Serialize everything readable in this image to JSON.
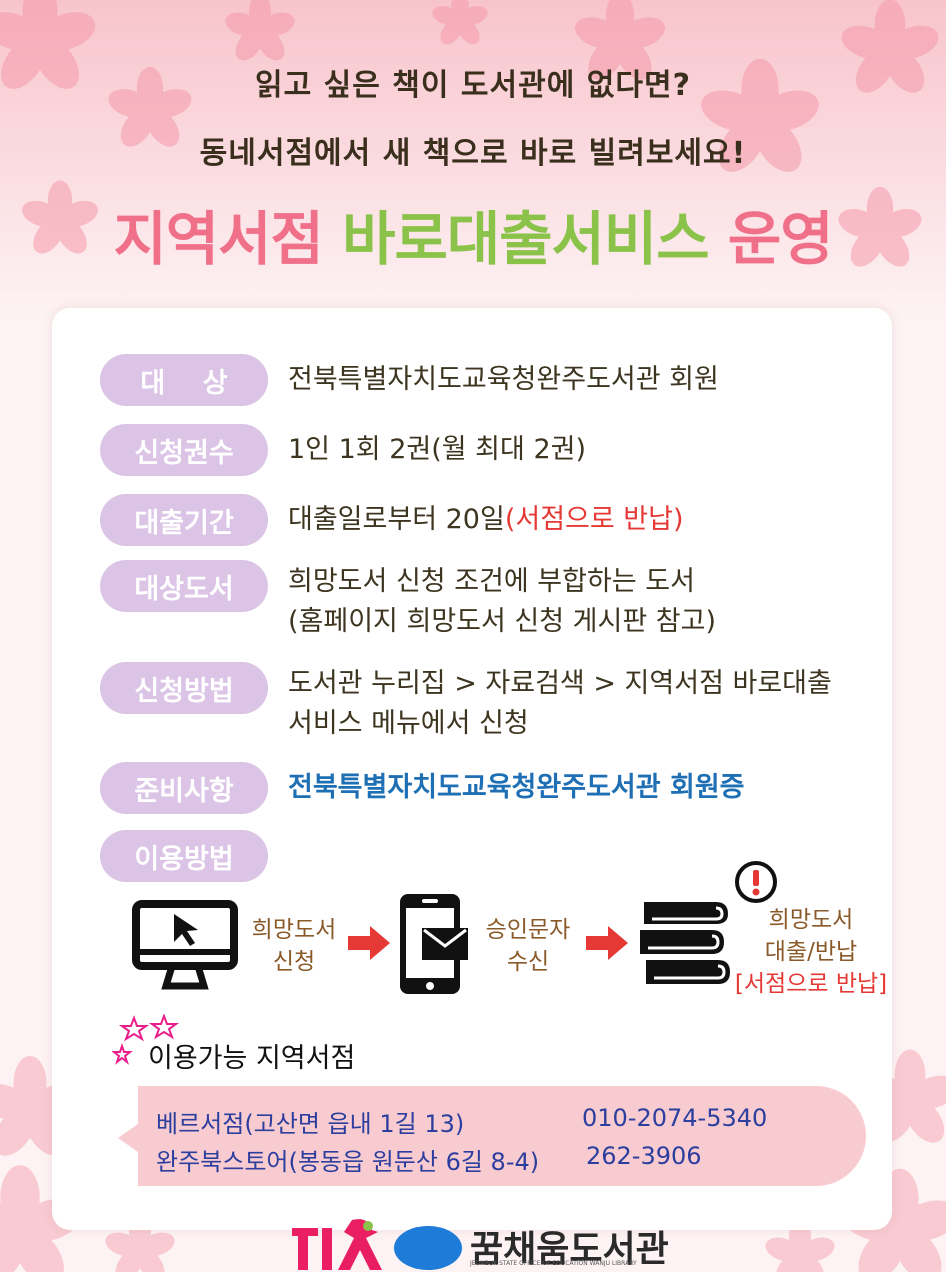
{
  "header": {
    "line1": "읽고 싶은 책이 도서관에 없다면?",
    "line2": "동네서점에서 새 책으로 바로 빌려보세요!",
    "title_part1": "지역서점",
    "title_part2": "바로대출서비스",
    "title_part3": "운영"
  },
  "info": [
    {
      "label": "대    상",
      "value": "전북특별자치도교육청완주도서관 회원"
    },
    {
      "label": "신청권수",
      "value": "1인 1회 2권(월 최대 2권)"
    },
    {
      "label": "대출기간",
      "value": "대출일로부터 20일",
      "value_red": "(서점으로 반납)"
    },
    {
      "label": "대상도서",
      "value": "희망도서 신청 조건에 부합하는 도서",
      "value2": "(홈페이지 희망도서 신청 게시판 참고)"
    },
    {
      "label": "신청방법",
      "value": "도서관 누리집 > 자료검색 > 지역서점 바로대출",
      "value2": "서비스 메뉴에서 신청"
    },
    {
      "label": "준비사항",
      "value": "전북특별자치도교육청완주도서관 회원증"
    },
    {
      "label": "이용방법"
    }
  ],
  "steps": {
    "step1_a": "희망도서",
    "step1_b": "신청",
    "step2_a": "승인문자",
    "step2_b": "수신",
    "step3_a": "희망도서",
    "step3_b": "대출/반납",
    "step3_c": "[서점으로 반납]"
  },
  "stores": {
    "title": "이용가능 지역서점",
    "list": [
      {
        "name": "베르서점(고산면 읍내 1길 13)",
        "phone": "010-2074-5340"
      },
      {
        "name": "완주북스토어(봉동읍 원둔산 6길 8-4)",
        "phone": "262-3906"
      }
    ]
  },
  "footer": {
    "name": "꿈채움도서관",
    "sub": "JEONBUK STATE OFFICE OF EDUCATION WANJU LIBRARY"
  },
  "colors": {
    "pink": "#f0708a",
    "green": "#8bc34a",
    "pill": "#dcc4e6",
    "red": "#e53935",
    "blue": "#1f6fb5"
  }
}
